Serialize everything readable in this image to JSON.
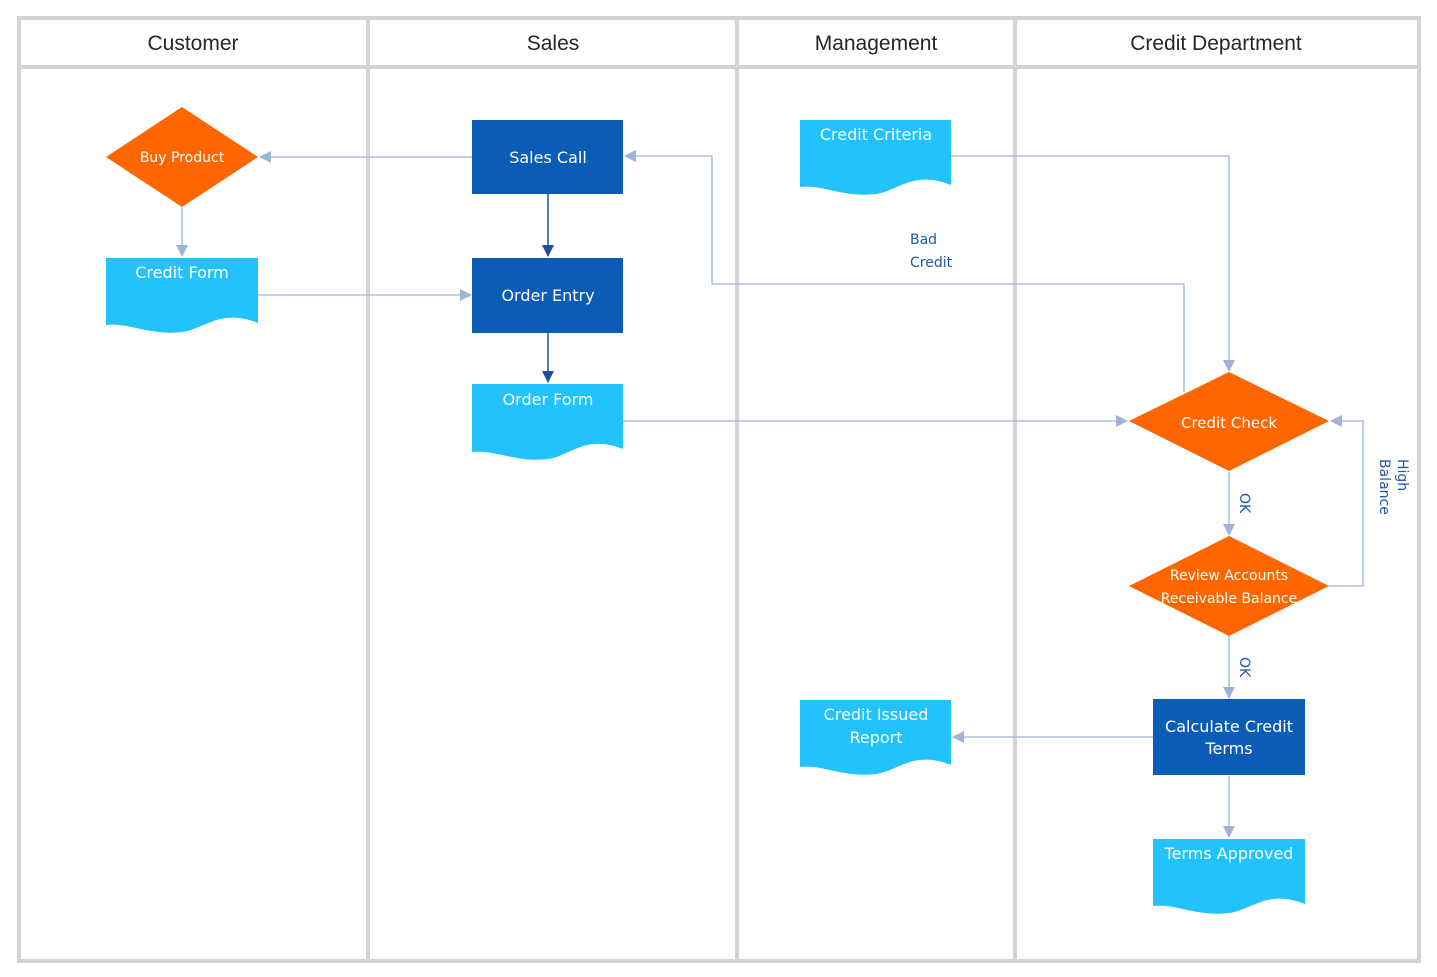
{
  "lanes": [
    {
      "id": "customer",
      "title": "Customer"
    },
    {
      "id": "sales",
      "title": "Sales"
    },
    {
      "id": "management",
      "title": "Management"
    },
    {
      "id": "credit",
      "title": "Credit Department"
    }
  ],
  "nodes": {
    "buy_product": {
      "label": "Buy Product",
      "shape": "decision",
      "color": "#ff6600"
    },
    "credit_form": {
      "label": "Credit Form",
      "shape": "document",
      "color": "#22c2fc"
    },
    "sales_call": {
      "label": "Sales Call",
      "shape": "process",
      "color": "#0a5cb5"
    },
    "order_entry": {
      "label": "Order Entry",
      "shape": "process",
      "color": "#0a5cb5"
    },
    "order_form": {
      "label": "Order Form",
      "shape": "document",
      "color": "#22c2fc"
    },
    "credit_criteria": {
      "label": "Credit Criteria",
      "shape": "document",
      "color": "#22c2fc"
    },
    "credit_issued_report": {
      "label_line1": "Credit Issued",
      "label_line2": "Report",
      "shape": "document",
      "color": "#22c2fc"
    },
    "credit_check": {
      "label": "Credit Check",
      "shape": "decision",
      "color": "#ff6600"
    },
    "review_accounts": {
      "label_line1": "Review Accounts",
      "label_line2": "Receivable Balance",
      "shape": "decision",
      "color": "#ff6600"
    },
    "calculate_credit_terms": {
      "label_line1": "Calculate Credit",
      "label_line2": "Terms",
      "shape": "process",
      "color": "#0a5cb5"
    },
    "terms_approved": {
      "label": "Terms Approved",
      "shape": "document",
      "color": "#22c2fc"
    }
  },
  "edge_labels": {
    "bad_credit_line1": "Bad",
    "bad_credit_line2": "Credit",
    "high_balance_line1": "High",
    "high_balance_line2": "Balance",
    "ok_1": "OK",
    "ok_2": "OK"
  },
  "colors": {
    "lane_border": "#d3d3d3",
    "connector": "#9fb3d9",
    "connector_dark": "#1f4f9e",
    "label_text": "#1f5aa6"
  }
}
